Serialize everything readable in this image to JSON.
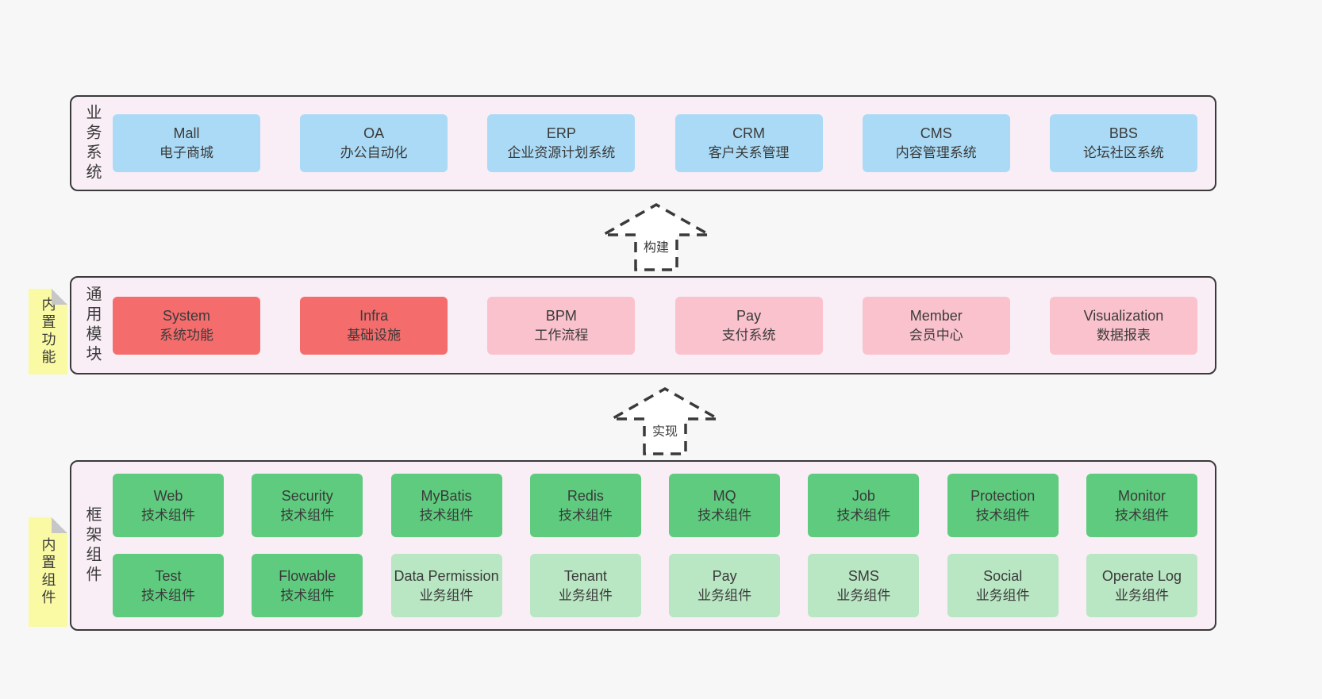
{
  "sections": {
    "business": {
      "label": "业务系统",
      "boxes": [
        {
          "title": "Mall",
          "subtitle": "电子商城",
          "variant": "blue"
        },
        {
          "title": "OA",
          "subtitle": "办公自动化",
          "variant": "blue"
        },
        {
          "title": "ERP",
          "subtitle": "企业资源计划系统",
          "variant": "blue"
        },
        {
          "title": "CRM",
          "subtitle": "客户关系管理",
          "variant": "blue"
        },
        {
          "title": "CMS",
          "subtitle": "内容管理系统",
          "variant": "blue"
        },
        {
          "title": "BBS",
          "subtitle": "论坛社区系统",
          "variant": "blue"
        }
      ]
    },
    "modules": {
      "label": "通用模块",
      "sticky": "内置功能",
      "boxes": [
        {
          "title": "System",
          "subtitle": "系统功能",
          "variant": "red"
        },
        {
          "title": "Infra",
          "subtitle": "基础设施",
          "variant": "red"
        },
        {
          "title": "BPM",
          "subtitle": "工作流程",
          "variant": "pink"
        },
        {
          "title": "Pay",
          "subtitle": "支付系统",
          "variant": "pink"
        },
        {
          "title": "Member",
          "subtitle": "会员中心",
          "variant": "pink"
        },
        {
          "title": "Visualization",
          "subtitle": "数据报表",
          "variant": "pink"
        }
      ]
    },
    "components": {
      "label": "框架组件",
      "sticky": "内置组件",
      "rows": [
        [
          {
            "title": "Web",
            "subtitle": "技术组件",
            "variant": "green"
          },
          {
            "title": "Security",
            "subtitle": "技术组件",
            "variant": "green"
          },
          {
            "title": "MyBatis",
            "subtitle": "技术组件",
            "variant": "green"
          },
          {
            "title": "Redis",
            "subtitle": "技术组件",
            "variant": "green"
          },
          {
            "title": "MQ",
            "subtitle": "技术组件",
            "variant": "green"
          },
          {
            "title": "Job",
            "subtitle": "技术组件",
            "variant": "green"
          },
          {
            "title": "Protection",
            "subtitle": "技术组件",
            "variant": "green"
          },
          {
            "title": "Monitor",
            "subtitle": "技术组件",
            "variant": "green"
          }
        ],
        [
          {
            "title": "Test",
            "subtitle": "技术组件",
            "variant": "green"
          },
          {
            "title": "Flowable",
            "subtitle": "技术组件",
            "variant": "green"
          },
          {
            "title": "Data Permission",
            "subtitle": "业务组件",
            "variant": "green-light"
          },
          {
            "title": "Tenant",
            "subtitle": "业务组件",
            "variant": "green-light"
          },
          {
            "title": "Pay",
            "subtitle": "业务组件",
            "variant": "green-light"
          },
          {
            "title": "SMS",
            "subtitle": "业务组件",
            "variant": "green-light"
          },
          {
            "title": "Social",
            "subtitle": "业务组件",
            "variant": "green-light"
          },
          {
            "title": "Operate Log",
            "subtitle": "业务组件",
            "variant": "green-light"
          }
        ]
      ]
    }
  },
  "arrows": [
    {
      "label": "构建"
    },
    {
      "label": "实现"
    }
  ],
  "colors": {
    "page_bg": "#f7f7f7",
    "container_bg": "#f9eef6",
    "border": "#3a3a3a",
    "blue": "#aadaf5",
    "red": "#f56c6c",
    "pink": "#fac2cc",
    "green": "#5ecb7e",
    "light_green": "#b9e6c3",
    "sticky_yellow": "#fafaa4",
    "text": "#3a3a3a"
  }
}
